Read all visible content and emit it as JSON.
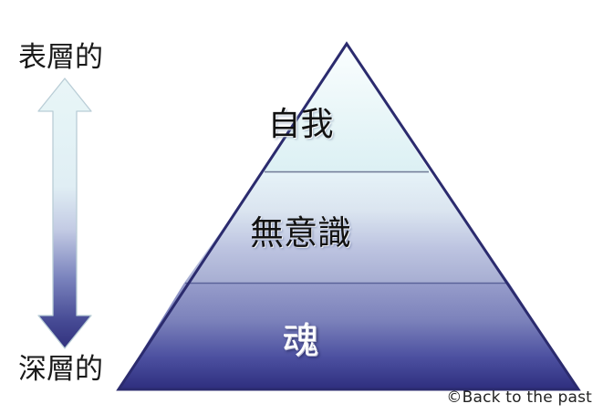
{
  "figure": {
    "type": "pyramid-diagram",
    "background_color": "#ffffff",
    "credit": "©Back to the past"
  },
  "axis": {
    "top_label": "表層的",
    "bottom_label": "深層的",
    "arrow": {
      "name": "double-headed-vertical-arrow",
      "direction": "both",
      "gradient_top_color": "#e7f4f6",
      "gradient_bottom_color": "#32327e",
      "outline_color": "#b9cdd6"
    }
  },
  "pyramid": {
    "outline_color": "#2b2b6e",
    "divider_color": "#6d7796",
    "tiers": [
      {
        "label": "自我",
        "text_color": "#111111",
        "fill_top": "#f4fbfc",
        "fill_bottom": "#dbeef3"
      },
      {
        "label": "無意識",
        "text_color": "#111111",
        "fill_top": "#e2f0f6",
        "fill_bottom": "#a9b0d4"
      },
      {
        "label": "魂",
        "text_color": "#ffffff",
        "fill_top": "#9298c8",
        "fill_bottom": "#2f2f80"
      }
    ]
  }
}
